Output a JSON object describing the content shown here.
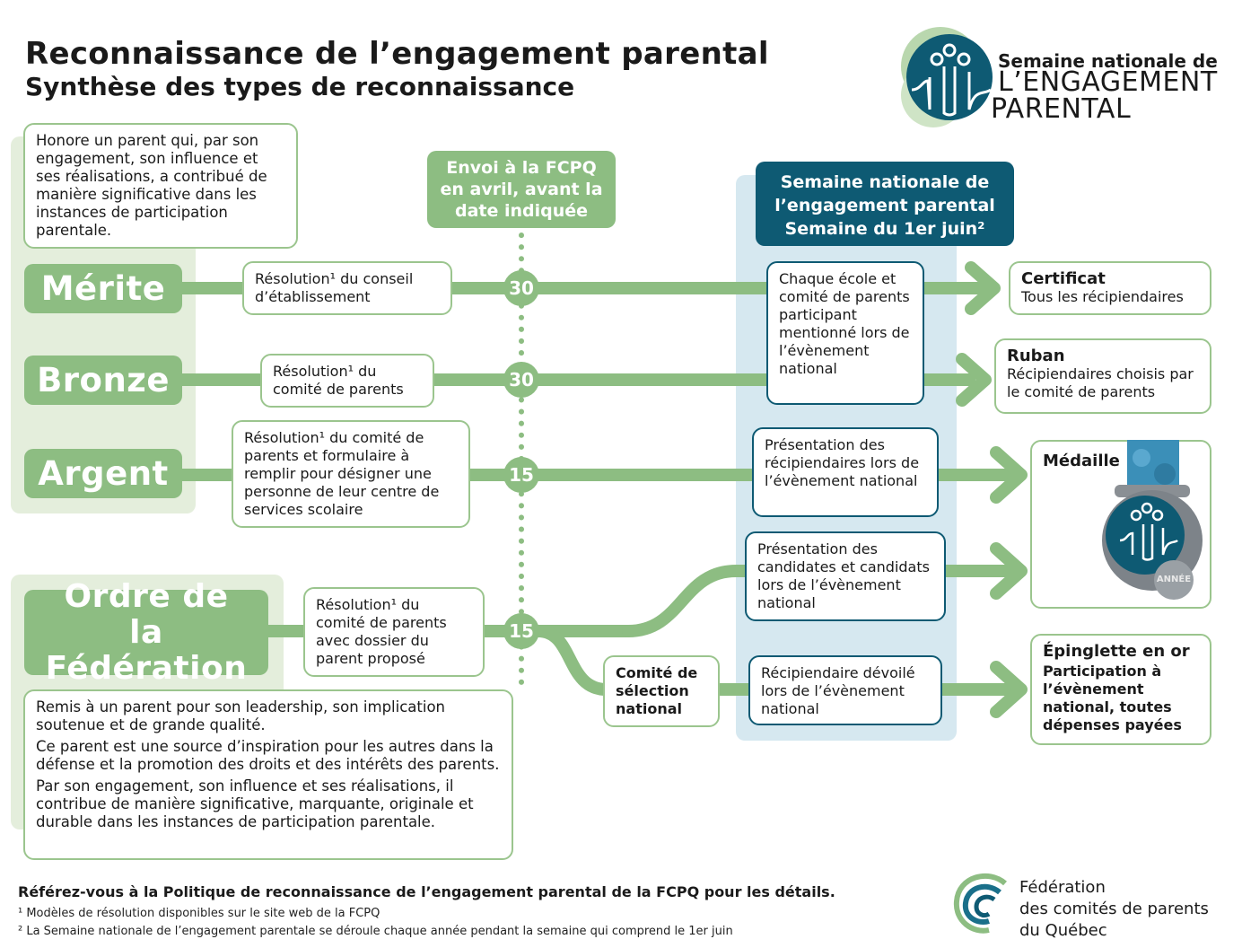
{
  "header": {
    "title": "Reconnaissance de l’engagement parental",
    "subtitle": "Synthèse des types de reconnaissance"
  },
  "logo": {
    "line1": "Semaine nationale de",
    "line2": "L’ENGAGEMENT",
    "line3": "PARENTAL"
  },
  "intro_text": "Honore un parent qui, par son engagement, son influence et ses réalisations, a contribué de manière significative dans les instances de participation parentale.",
  "deadline": {
    "label": "Envoi à la FCPQ en avril, avant la date indiquée"
  },
  "week": {
    "line1": "Semaine nationale de",
    "line2": "l’engagement parental",
    "line3": "Semaine du 1er juin²"
  },
  "rows": [
    {
      "name": "Mérite",
      "resolution": "Résolution¹ du conseil d’établissement",
      "date": "30"
    },
    {
      "name": "Bronze",
      "resolution": "Résolution¹ du comité de parents",
      "date": "30"
    },
    {
      "name": "Argent",
      "resolution": "Résolution¹ du comité de parents et formulaire à remplir pour désigner une personne de leur centre de services scolaire",
      "date": "15"
    },
    {
      "name": "Ordre de la Fédération",
      "resolution": "Résolution¹ du comité de parents avec dossier du parent proposé",
      "date": "15"
    }
  ],
  "event_boxes": {
    "schools": "Chaque école et comité de parents participant mentionné lors de l’évènement national",
    "argent": "Présentation des récipiendaires lors de l’évènement national",
    "candidates": "Présentation des candidates et candidats lors de l’évènement national",
    "recipient": "Récipiendaire dévoilé lors de l’évènement national"
  },
  "committee": "Comité de sélection national",
  "rewards": {
    "certificat_title": "Certificat",
    "certificat_text": "Tous les récipiendaires",
    "ruban_title": "Ruban",
    "ruban_text": "Récipiendaires choisis par le comité de parents",
    "medaille_title": "Médaille",
    "medaille_engraving": "ANNÉE",
    "epinglette_title": "Épinglette en or",
    "epinglette_text": "Participation à l’évènement national, toutes dépenses payées"
  },
  "ordre_description": {
    "p1": "Remis à un parent pour son leadership, son implication soutenue et de grande qualité.",
    "p2": "Ce parent est une source d’inspiration pour les autres dans la défense et la promotion des droits et des intérêts des parents.",
    "p3": "Par son engagement, son influence et ses réalisations, il contribue de manière significative, marquante, originale et durable dans les instances de participation parentale."
  },
  "footer": {
    "reference": "Référez-vous à la Politique de reconnaissance de l’engagement parental de la FCPQ pour les détails.",
    "note1": "¹ Modèles de résolution disponibles sur le site web de la FCPQ",
    "note2": "² La Semaine nationale de l’engagement parentale se déroule chaque année pendant la semaine qui comprend le 1er juin",
    "org_line1": "Fédération",
    "org_line2": "des comités de parents",
    "org_line3": "du Québec"
  },
  "colors": {
    "green": "#8dbd82",
    "light_green_bg": "#e4eedc",
    "light_blue_bg": "#d6e8f0",
    "dark_teal": "#0e5a73",
    "footer_teal": "#1a6f8a"
  }
}
